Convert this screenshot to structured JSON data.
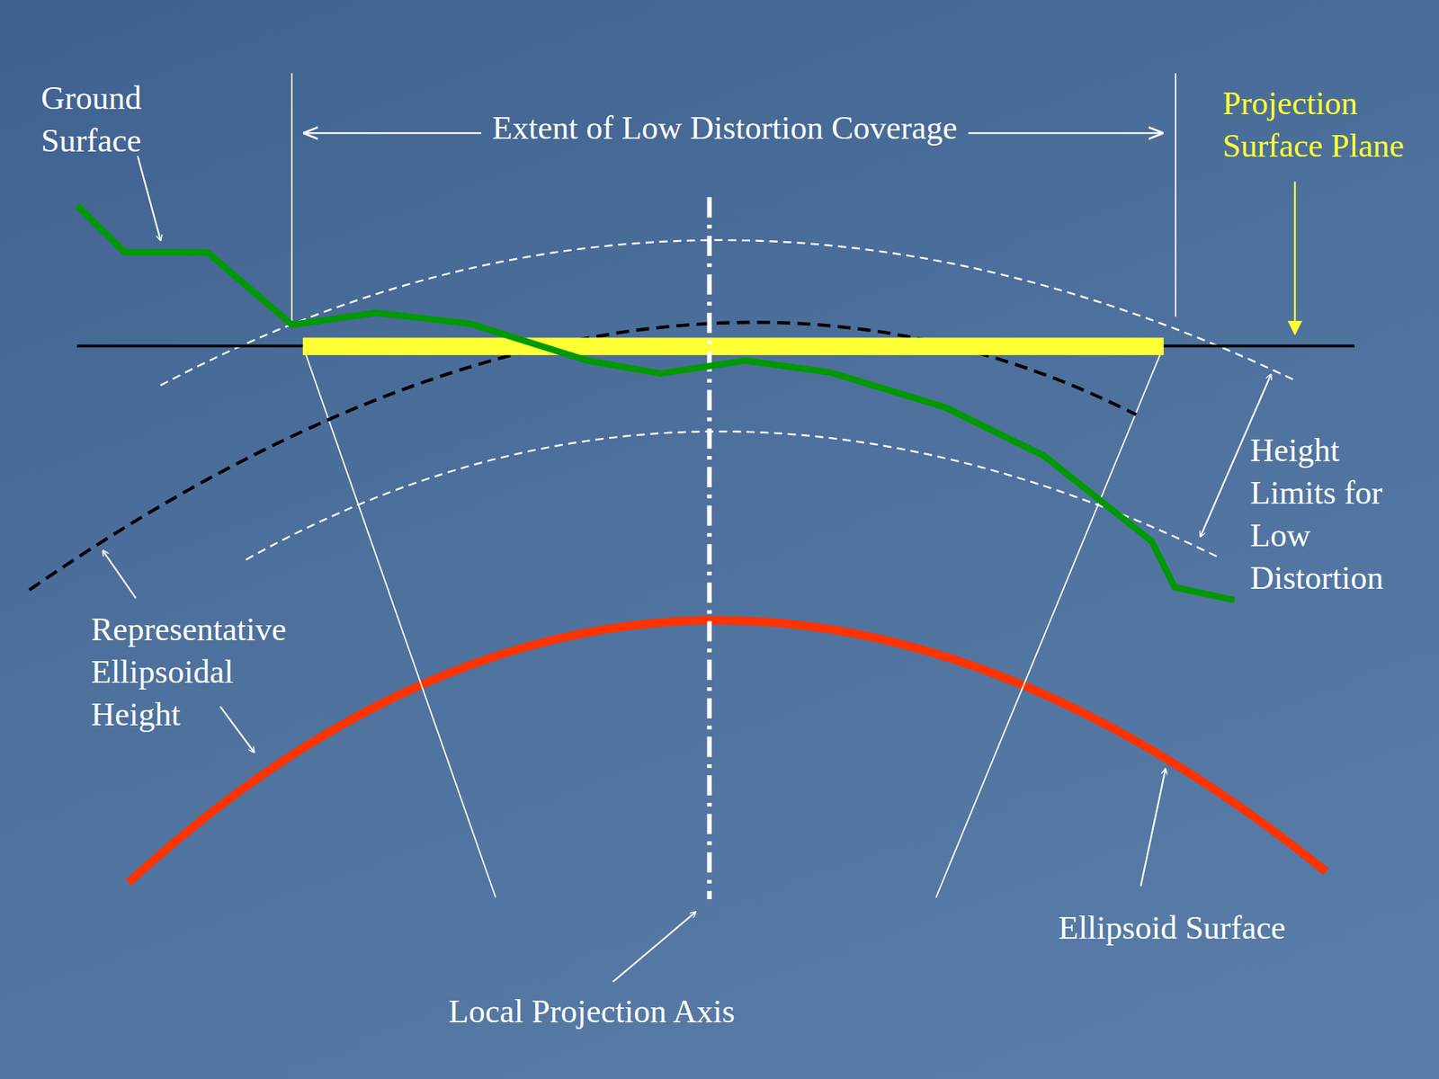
{
  "diagram": {
    "labels": [
      "Ground Surface",
      "Extent of Low Distortion Coverage",
      "Projection Surface Plane",
      "Height Limits for Low Distortion",
      "Representative Ellipsoidal Height",
      "Local Projection Axis",
      "Ellipsoid Surface"
    ]
  }
}
